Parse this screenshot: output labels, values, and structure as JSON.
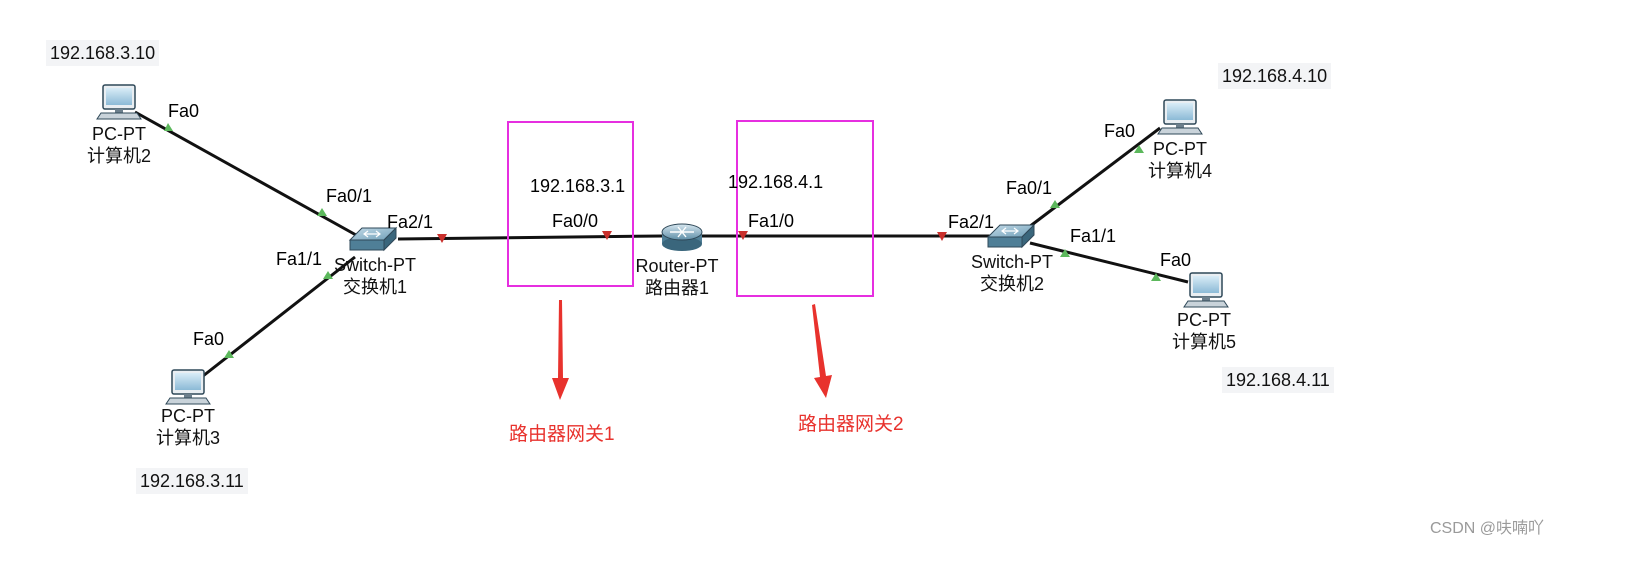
{
  "devices": {
    "pc2": {
      "type": "PC-PT",
      "name": "计算机2",
      "ip": "192.168.3.10"
    },
    "pc3": {
      "type": "PC-PT",
      "name": "计算机3",
      "ip": "192.168.3.11"
    },
    "pc4": {
      "type": "PC-PT",
      "name": "计算机4",
      "ip": "192.168.4.10"
    },
    "pc5": {
      "type": "PC-PT",
      "name": "计算机5",
      "ip": "192.168.4.11"
    },
    "switch1": {
      "type": "Switch-PT",
      "name": "交换机1"
    },
    "switch2": {
      "type": "Switch-PT",
      "name": "交换机2"
    },
    "router1": {
      "type": "Router-PT",
      "name": "路由器1"
    }
  },
  "ports": {
    "pc2_fa0": "Fa0",
    "sw1_fa01": "Fa0/1",
    "sw1_fa11": "Fa1/1",
    "sw1_fa21": "Fa2/1",
    "pc3_fa0": "Fa0",
    "r1_fa00": "Fa0/0",
    "r1_fa10": "Fa1/0",
    "sw2_fa21": "Fa2/1",
    "sw2_fa01": "Fa0/1",
    "sw2_fa11": "Fa1/1",
    "pc4_fa0": "Fa0",
    "pc5_fa0": "Fa0"
  },
  "gateways": {
    "gw1": {
      "ip": "192.168.3.1",
      "label": "路由器网关1"
    },
    "gw2": {
      "ip": "192.168.4.1",
      "label": "路由器网关2"
    }
  },
  "colors": {
    "link": "#111111",
    "highlight": "#e62fe0",
    "annotation": "#e8322d",
    "port_up": "#5cb85c",
    "port_down": "#c9302c"
  },
  "watermark": "CSDN @呋喃吖"
}
